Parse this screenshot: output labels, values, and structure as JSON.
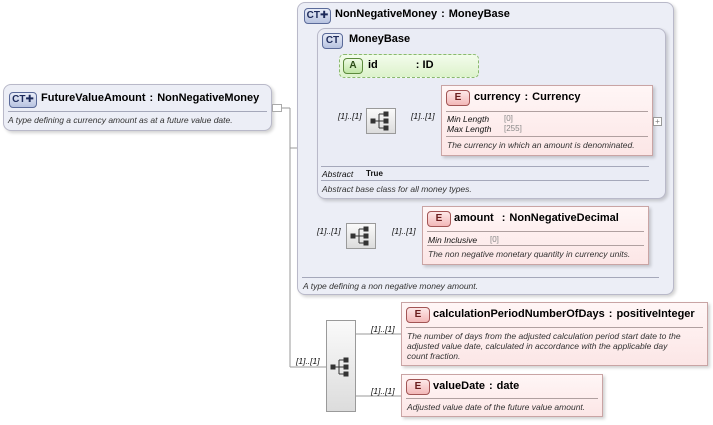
{
  "root": {
    "badge": "CT",
    "name": "FutureValueAmount",
    "type": "NonNegativeMoney",
    "description": "A type defining a currency amount as at a future value date."
  },
  "nonNegativeMoney": {
    "badge": "CT",
    "name": "NonNegativeMoney",
    "type": "MoneyBase",
    "description": "A type defining a non negative money amount."
  },
  "moneyBase": {
    "badge": "CT",
    "name": "MoneyBase",
    "abstract_label": "Abstract",
    "abstract_value": "True",
    "description": "Abstract base class for all money types."
  },
  "idAttr": {
    "badge": "A",
    "name": "id",
    "type": "ID"
  },
  "currency": {
    "badge": "E",
    "name": "currency",
    "type": "Currency",
    "props": [
      {
        "label": "Min Length",
        "value": "[0]"
      },
      {
        "label": "Max Length",
        "value": "[255]"
      }
    ],
    "description": "The currency in which an amount is denominated.",
    "expand": "+"
  },
  "amount": {
    "badge": "E",
    "name": "amount",
    "type": "NonNegativeDecimal",
    "props": [
      {
        "label": "Min Inclusive",
        "value": "[0]"
      }
    ],
    "description": "The non negative monetary quantity in currency units."
  },
  "calcDays": {
    "badge": "E",
    "name": "calculationPeriodNumberOfDays",
    "type": "positiveInteger",
    "description_lines": [
      "The number of days from the adjusted calculation period start date to the",
      "adjusted value date, calculated in accordance with the applicable day",
      "count fraction."
    ]
  },
  "valueDate": {
    "badge": "E",
    "name": "valueDate",
    "type": "date",
    "description": "Adjusted value date of the future value amount."
  },
  "cardinalities": {
    "seq_moneybase_in": "[1]..[1]",
    "currency": "[1]..[1]",
    "seq_amount_in": "[1]..[1]",
    "amount": "[1]..[1]",
    "seq_root_in": "[1]..[1]",
    "calcDays": "[1]..[1]",
    "valueDate": "[1]..[1]"
  }
}
